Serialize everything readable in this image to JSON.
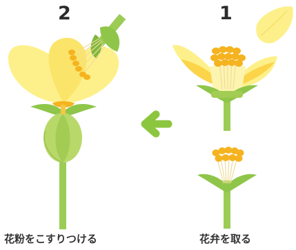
{
  "steps": [
    {
      "number": "2",
      "caption": "花粉をこすりつける"
    },
    {
      "number": "1",
      "caption": "花弁を取る"
    }
  ],
  "colors": {
    "stem": "#9ccc55",
    "sepal": "#8fc64a",
    "petal": "#fdf08a",
    "petal_dark": "#fbd44a",
    "anther": "#f5b31f",
    "ovary": "#b8d96a",
    "ovary_dark": "#a3cc55",
    "arrow": "#8cc63f",
    "text": "#333333"
  },
  "icons": [
    "flower-icon",
    "left-arrow-icon",
    "petal-icon",
    "stamen-icon"
  ]
}
